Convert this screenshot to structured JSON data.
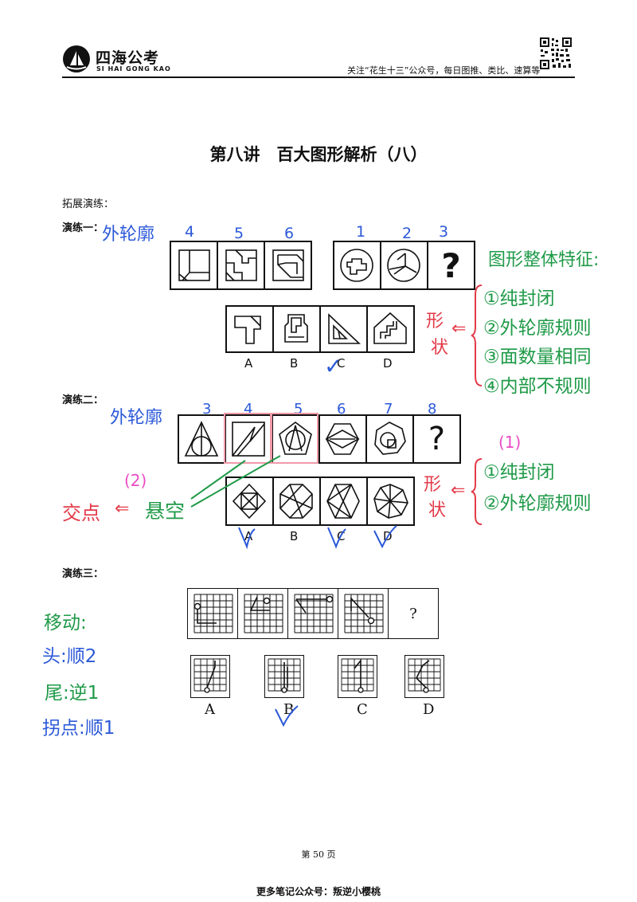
{
  "header": {
    "brand_cn": "四海公考",
    "brand_en": "SI HAI GONG KAO",
    "slogan": "关注“花生十三”公众号，每日图推、类比、速算等"
  },
  "title": "第八讲　百大图形解析（八）",
  "section_label": "拓展演练：",
  "ex1": {
    "label": "演练一：",
    "note_outline": "外轮廓",
    "seq_numbers": [
      "4",
      "5",
      "6",
      "1",
      "2",
      "3"
    ],
    "question_mark": "?",
    "options": [
      "A",
      "B",
      "C",
      "D"
    ],
    "check_mark": "✓",
    "note_shape": [
      "形",
      "状"
    ],
    "arrow": "⇐",
    "feature_title": "图形整体特征:",
    "features": [
      "①纯封闭",
      "②外轮廓规则",
      "③面数量相同",
      "④内部不规则"
    ]
  },
  "ex2": {
    "label": "演练二：",
    "note_outline": "外轮廓",
    "seq_numbers": [
      "3",
      "4",
      "5",
      "6",
      "7",
      "8"
    ],
    "question_mark": "?",
    "options": [
      "A",
      "B",
      "C",
      "D"
    ],
    "note_shape": [
      "形",
      "状"
    ],
    "tag1": "(1)",
    "tag2": "(2)",
    "features": [
      "①纯封闭",
      "②外轮廓规则"
    ],
    "note_jiaodian": "交点",
    "note_xuankong": "悬空",
    "arrow": "⇐"
  },
  "ex3": {
    "label": "演练三：",
    "question_mark": "?",
    "options": [
      "A",
      "B",
      "C",
      "D"
    ],
    "notes": [
      "移动:",
      "头:顺2",
      "尾:逆1",
      "拐点:顺1"
    ]
  },
  "footer": {
    "page": "第 50 页",
    "more": "更多笔记公众号：叛逆小樱桃"
  }
}
